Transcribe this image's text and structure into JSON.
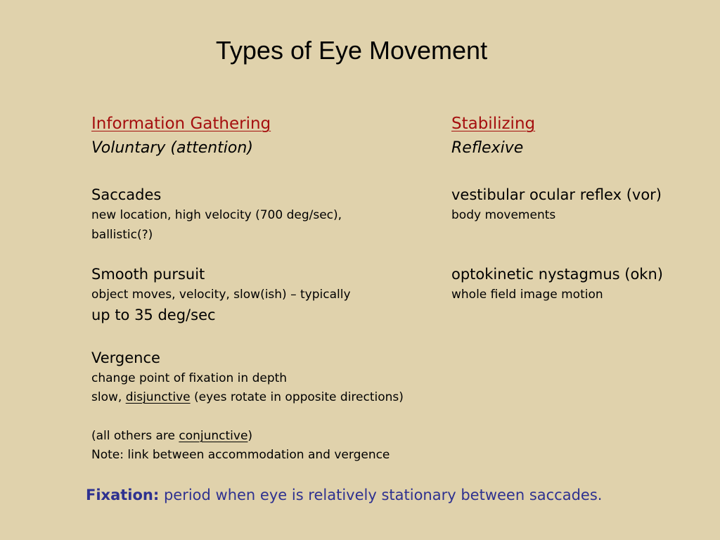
{
  "slide": {
    "title": "Types of Eye Movement",
    "colors": {
      "background": "#e0d2ac",
      "heading": "#a50f0f",
      "fixation": "#2e3190"
    },
    "left_heading": "Information Gathering",
    "right_heading": "Stabilizing",
    "left_subheading": "Voluntary (attention)",
    "right_subheading": "Reflexive",
    "saccades": {
      "title": "Saccades",
      "line1": "new location, high velocity (700 deg/sec),",
      "line2": "ballistic(?)"
    },
    "vor": {
      "title": "vestibular ocular reflex (vor)",
      "line1": "body movements"
    },
    "smooth_pursuit": {
      "title": "Smooth pursuit",
      "line1": "object moves, velocity, slow(ish) – typically",
      "line2": "up to 35 deg/sec"
    },
    "okn": {
      "title": "optokinetic nystagmus (okn)",
      "line1": "whole field image motion"
    },
    "vergence": {
      "title": "Vergence",
      "line1": "change point of fixation in depth",
      "line2_prefix": "slow, ",
      "line2_term": "disjunctive",
      "line2_suffix": " (eyes rotate in opposite directions)"
    },
    "others": {
      "prefix": "(all others are ",
      "term": "conjunctive",
      "suffix": ")"
    },
    "note": "Note: link between accommodation and vergence",
    "fixation": {
      "label": "Fixation:",
      "text": " period when eye is relatively stationary between saccades."
    }
  }
}
